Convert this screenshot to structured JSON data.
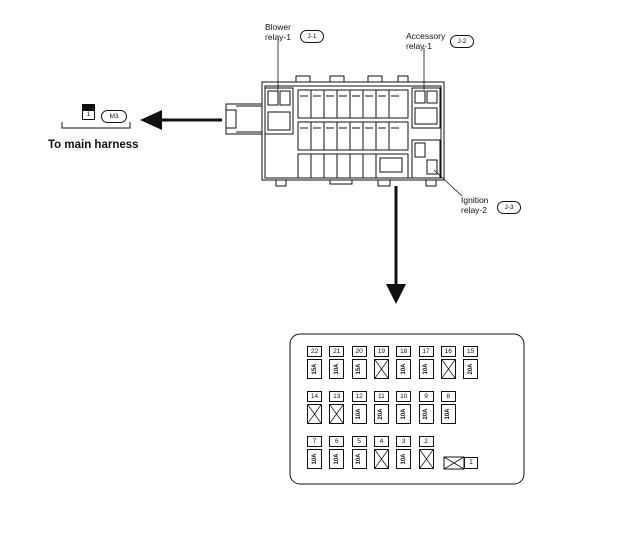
{
  "labels": {
    "blower_line1": "Blower",
    "blower_line2": "relay-1",
    "blower_code": "J-1",
    "accessory_line1": "Accessory",
    "accessory_line2": "relay-1",
    "accessory_code": "J-2",
    "ignition_line1": "Ignition",
    "ignition_line2": "relay-2",
    "ignition_code": "J-3",
    "connector_code": "M3",
    "connector_pin": "1",
    "harness": "To main harness"
  },
  "fuses": [
    {
      "id": "22",
      "amp": "15A",
      "empty": false
    },
    {
      "id": "21",
      "amp": "10A",
      "empty": false
    },
    {
      "id": "20",
      "amp": "15A",
      "empty": false
    },
    {
      "id": "19",
      "amp": "",
      "empty": true
    },
    {
      "id": "18",
      "amp": "10A",
      "empty": false
    },
    {
      "id": "17",
      "amp": "10A",
      "empty": false
    },
    {
      "id": "16",
      "amp": "",
      "empty": true
    },
    {
      "id": "15",
      "amp": "20A",
      "empty": false
    },
    {
      "id": "14",
      "amp": "",
      "empty": true
    },
    {
      "id": "13",
      "amp": "",
      "empty": true
    },
    {
      "id": "12",
      "amp": "10A",
      "empty": false
    },
    {
      "id": "11",
      "amp": "20A",
      "empty": false
    },
    {
      "id": "10",
      "amp": "10A",
      "empty": false
    },
    {
      "id": "9",
      "amp": "20A",
      "empty": false
    },
    {
      "id": "8",
      "amp": "10A",
      "empty": false
    },
    {
      "id": "7",
      "amp": "10A",
      "empty": false
    },
    {
      "id": "6",
      "amp": "10A",
      "empty": false
    },
    {
      "id": "5",
      "amp": "10A",
      "empty": false
    },
    {
      "id": "4",
      "amp": "",
      "empty": true
    },
    {
      "id": "3",
      "amp": "10A",
      "empty": false
    },
    {
      "id": "2",
      "amp": "",
      "empty": true
    }
  ],
  "relay_slot_label": "1"
}
